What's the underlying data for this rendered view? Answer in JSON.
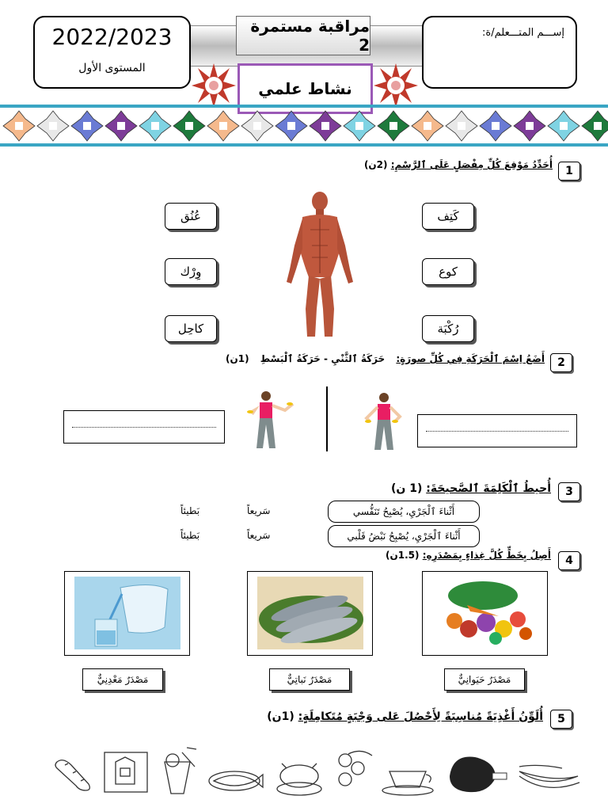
{
  "header": {
    "year": "2022/2023",
    "level": "المستوى الأول",
    "title": "مراقبة مستمرة 2",
    "subject": "نشاط علمي",
    "student_label": "إســـم المتـــعلم/ة:"
  },
  "q1": {
    "num": "1",
    "text": "أُحَدِّدُ مَوْقِعَ كُلِّ مِفْصَلٍ عَلَى ٱلرَّسْمِ:",
    "score": "(2ن)",
    "left_labels": [
      "عُنُق",
      "وِرْك",
      "كاحِل"
    ],
    "right_labels": [
      "كَتِف",
      "كوع",
      "رُكْبَة"
    ]
  },
  "q2": {
    "num": "2",
    "text": "أَضَعُ اِسْمَ ٱلْحَرَكَةِ فِي كُلِّ صورَةٍ:",
    "options": "حَرَكَةُ ٱلثَّنْيِ - حَرَكَةُ ٱلْبَسْطِ",
    "score": "(1ن)"
  },
  "q3": {
    "num": "3",
    "text": "أُحيطُ ٱلْكَلِمَةَ ٱلصَّحيحَةَ:",
    "score": "(1 ن)",
    "rows": [
      {
        "sentence": "أَثْناءَ ٱلْجَرْيِ، يُصْبِحُ تَنَفُّسي",
        "opt1": "سَريعاً",
        "opt2": "بَطيئاً"
      },
      {
        "sentence": "أَثْناءَ ٱلْجَرْيِ، يُصْبِحُ نَبْضُ قَلْبي",
        "opt1": "سَريعاً",
        "opt2": "بَطيئاً"
      }
    ]
  },
  "q4": {
    "num": "4",
    "text": "أَصِلُ بِخَطٍّ كُلَّ غِذاءٍ بِمَصْدَرِهِ:",
    "score": "(1.5ن)",
    "sources": [
      "مَصْدَرٌ حَيَوانِيٌّ",
      "مَصْدَرٌ نَباتِيٌّ",
      "مَصْدَرٌ مَعْدِنِيٌّ"
    ]
  },
  "q5": {
    "num": "5",
    "text": "أُلَوِّنُ أَغْذِيَةً مُناسِبَةً لِأَحْصُلَ عَلى وَجْبَةٍ مُتَكامِلَةٍ:",
    "score": "(1ن)"
  },
  "colors": {
    "teal": "#3aa6c4",
    "frame": "#9b59b6",
    "star": "#c0392b"
  }
}
